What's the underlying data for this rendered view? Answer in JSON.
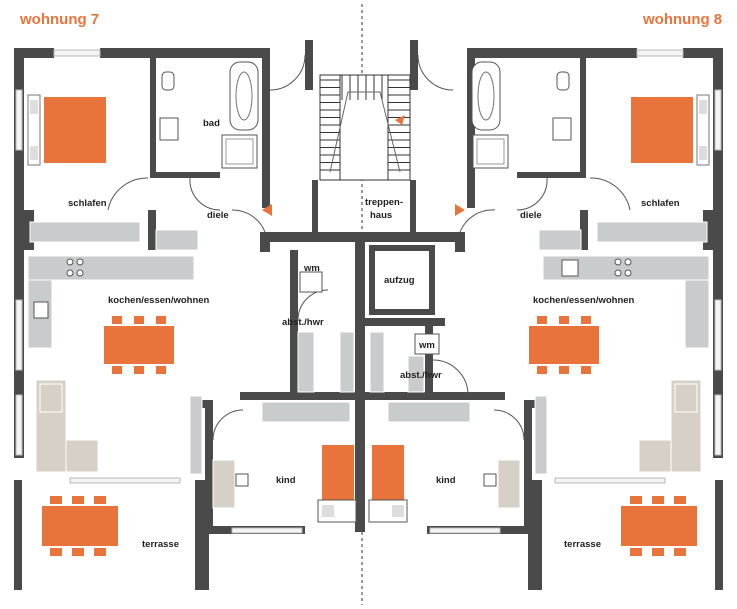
{
  "units": {
    "left_title": "wohnung 7",
    "right_title": "wohnung 8"
  },
  "rooms": {
    "bad": "bad",
    "schlafen_left": "schlafen",
    "schlafen_right": "schlafen",
    "diele_left": "diele",
    "diele_right": "diele",
    "treppenhaus_line1": "treppen-",
    "treppenhaus_line2": "haus",
    "aufzug": "aufzug",
    "wm_left": "wm",
    "wm_right": "wm",
    "abst_left": "abst./hwr",
    "abst_right": "abst./hwr",
    "kochen_left": "kochen/essen/wohnen",
    "kochen_right": "kochen/essen/wohnen",
    "kind_left": "kind",
    "kind_right": "kind",
    "terrasse_left": "terrasse",
    "terrasse_right": "terrasse"
  },
  "colors": {
    "accent": "#e8743b",
    "wall": "#4a4a4a",
    "kitchen": "#c9cccc",
    "sofa": "#d7d0c6"
  }
}
